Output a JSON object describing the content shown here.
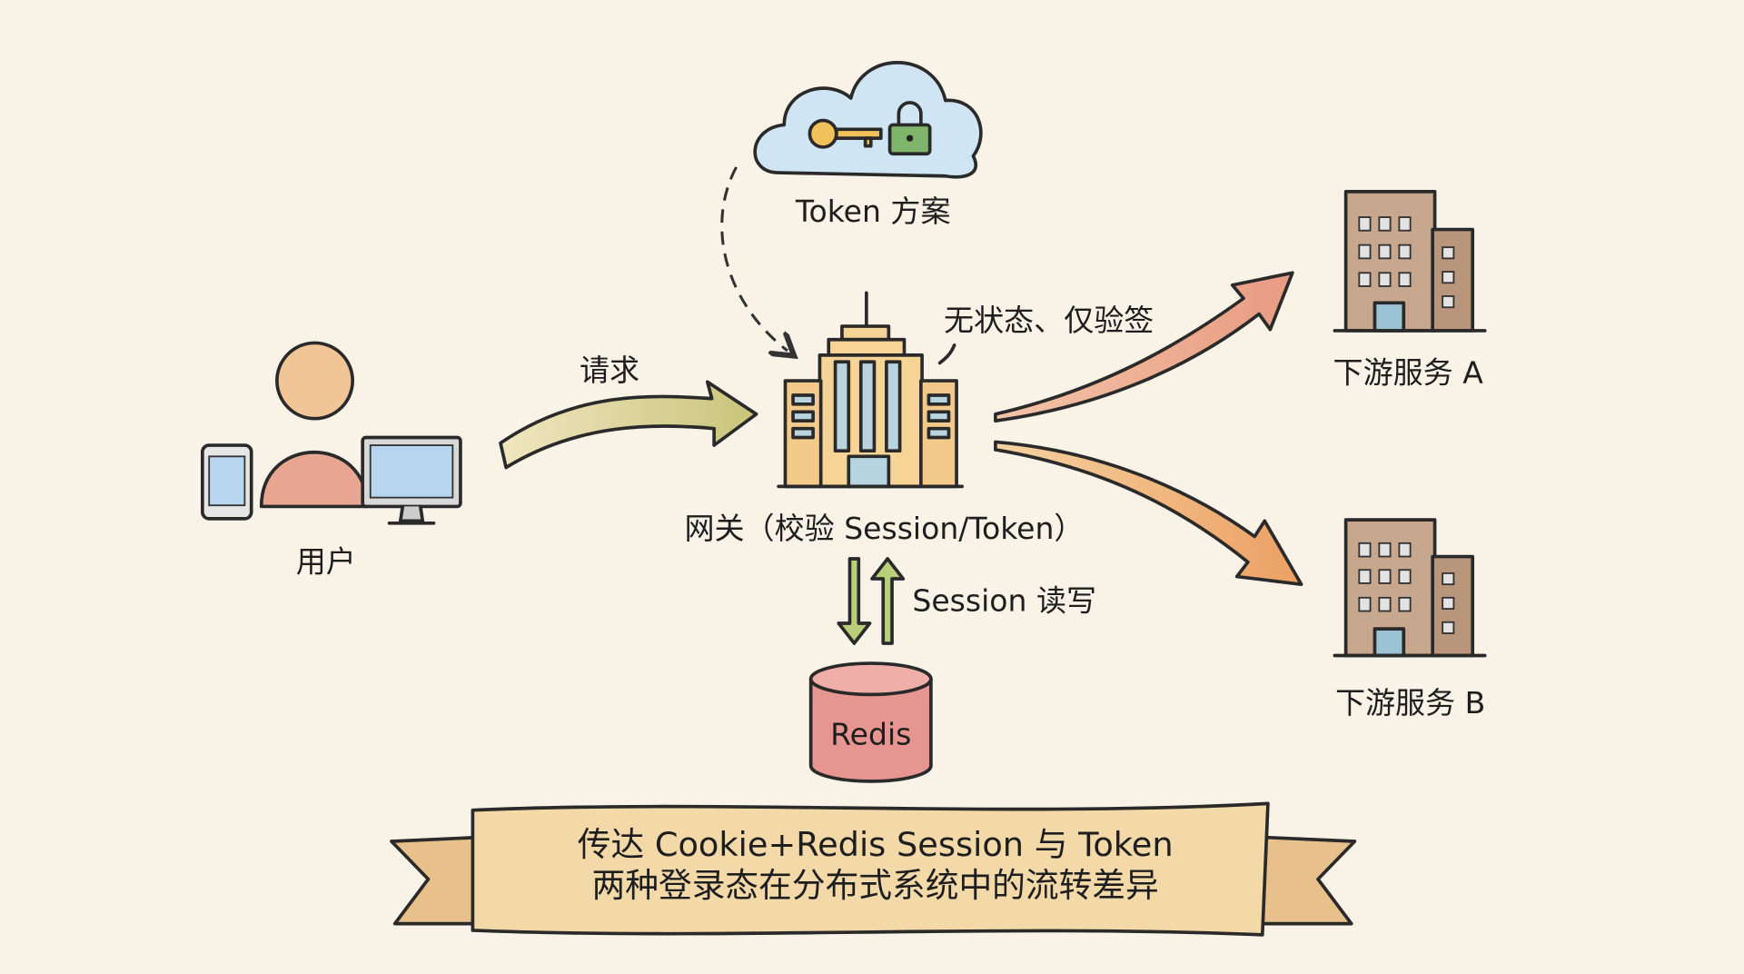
{
  "nodes": {
    "token_scheme": {
      "label": "Token 方案",
      "icons": [
        "cloud-icon",
        "key-icon",
        "lock-icon"
      ]
    },
    "gateway": {
      "label": "网关（校验 Session/Token）",
      "note": "无状态、仅验签"
    },
    "user": {
      "label": "用户",
      "icons": [
        "person-icon",
        "phone-icon",
        "monitor-icon"
      ]
    },
    "service_a": {
      "label": "下游服务 A"
    },
    "service_b": {
      "label": "下游服务 B"
    },
    "redis": {
      "label": "Redis"
    }
  },
  "edges": {
    "request": {
      "label": "请求"
    },
    "session_rw": {
      "label": "Session 读写"
    }
  },
  "banner": {
    "line1": "传达 Cookie+Redis Session 与 Token",
    "line2": "两种登录态在分布式系统中的流转差异"
  },
  "colors": {
    "background": "#f8f3e6",
    "gateway": "#f5d495",
    "service": "#c8a78f",
    "redis": "#e79590",
    "cloud": "#cfe5f3",
    "banner": "#f3d9a8"
  }
}
